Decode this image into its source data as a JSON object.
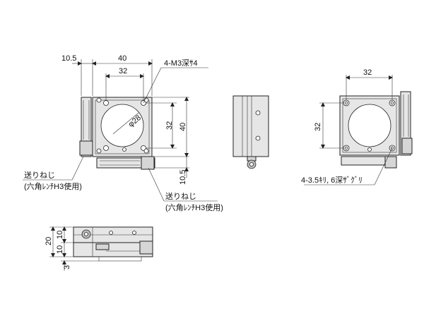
{
  "front_view": {
    "dim_offset": "10.5",
    "dim_width": "40",
    "dim_hole_pitch": "32",
    "dim_height_pitch": "32",
    "dim_height": "40",
    "dim_bottom_offset": "10.5",
    "aperture_label": "φ28",
    "tap_callout": "4-M3深ｻ4"
  },
  "notes": {
    "feed_screw_left_line1": "送りねじ",
    "feed_screw_left_line2": "(六角ﾚﾝﾁH3使用)",
    "feed_screw_right_line1": "送りねじ",
    "feed_screw_right_line2": "(六角ﾚﾝﾁH3使用)"
  },
  "rear_view": {
    "dim_hole_pitch": "32",
    "dim_height_pitch": "32",
    "counterbore_callout": "4-3.5ｷﾘ, 6深ｻﾞｸﾞﾘ"
  },
  "bottom_view": {
    "dim_total": "20",
    "dim_upper": "10",
    "dim_lower": "10",
    "dim_base": "3"
  }
}
